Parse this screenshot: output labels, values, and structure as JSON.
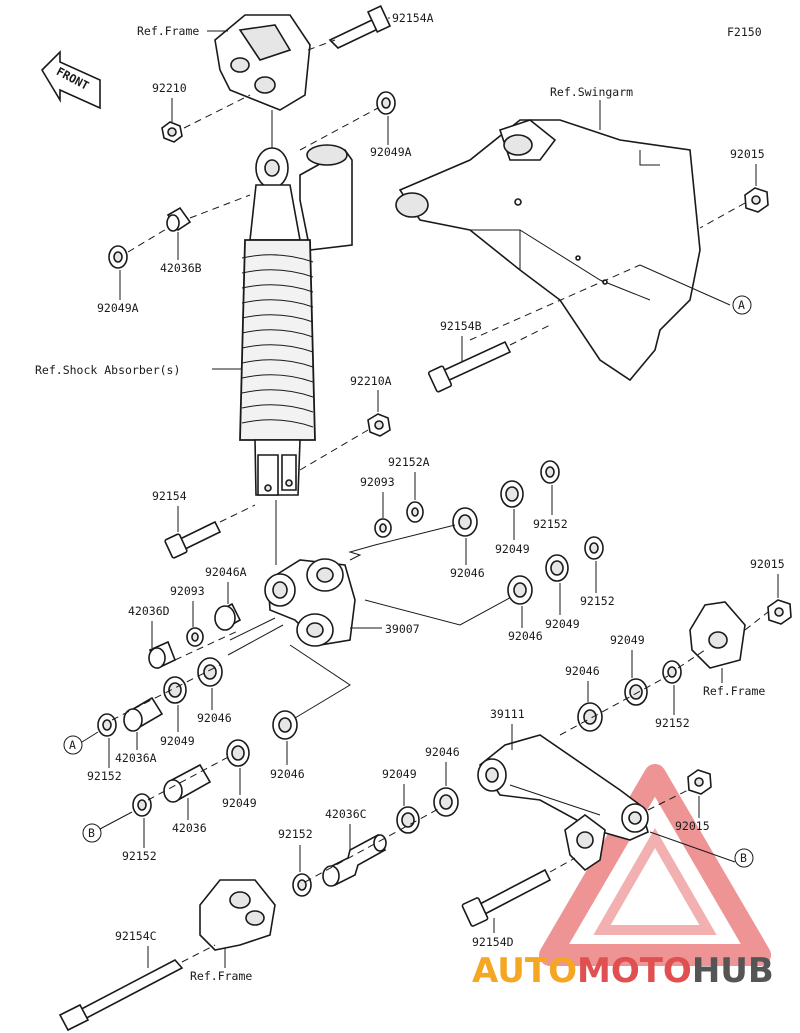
{
  "diagram_code": "F2150",
  "front_label": "FRONT",
  "refs": {
    "frame_top": "Ref.Frame",
    "swingarm": "Ref.Swingarm",
    "shock": "Ref.Shock Absorber(s)",
    "frame_right": "Ref.Frame",
    "frame_bottom": "Ref.Frame"
  },
  "callouts": {
    "a": "A",
    "b": "B"
  },
  "parts": {
    "p92154A": "92154A",
    "p92210": "92210",
    "p92049A_top": "92049A",
    "p42036B": "42036B",
    "p92049A_left": "92049A",
    "p92015_top": "92015",
    "p92154B": "92154B",
    "p92210A": "92210A",
    "p92152A": "92152A",
    "p92093_top": "92093",
    "p92154": "92154",
    "p92049_r1": "92049",
    "p92152_r1": "92152",
    "p92046_r1": "92046",
    "p92046A": "92046A",
    "p92093_left": "92093",
    "p42036D": "42036D",
    "p39007": "39007",
    "p92049_r2": "92049",
    "p92152_r2": "92152",
    "p92046_r2": "92046",
    "p92015_right": "92015",
    "p92049_r3": "92049",
    "p92046_r3": "92046",
    "p92152_r3": "92152",
    "p92046_mid": "92046",
    "p92049_l1": "92049",
    "p42036A": "42036A",
    "p92152_l1": "92152",
    "p39111": "39111",
    "p92046_low": "92046",
    "p92049_l2": "92049",
    "p42036": "42036",
    "p92152_l2": "92152",
    "p92046_c": "92046",
    "p92049_c": "92049",
    "p42036C": "42036C",
    "p92152_c": "92152",
    "p92015_low": "92015",
    "p92154C": "92154C",
    "p92154D": "92154D"
  },
  "watermark": {
    "part1": "AUTO",
    "part2": "MOTO",
    "part3": "HUB",
    "color1": "#f5a623",
    "color2": "#e05050",
    "color3": "#555555"
  }
}
